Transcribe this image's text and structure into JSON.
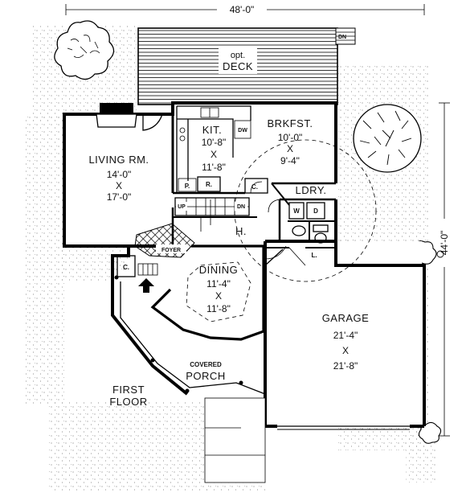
{
  "plan": {
    "dimensions": {
      "width": "48'-0\"",
      "depth": "44'-0\""
    },
    "caption": {
      "line1": "FIRST",
      "line2": "FLOOR"
    },
    "rooms": {
      "deck": {
        "line1": "opt.",
        "line2": "DECK"
      },
      "living": {
        "name": "LIVING RM.",
        "w": "14'-0\"",
        "x": "X",
        "d": "17'-0\""
      },
      "kitchen": {
        "name": "KIT.",
        "w": "10'-8\"",
        "x": "X",
        "d": "11'-8\""
      },
      "breakfast": {
        "name": "BRKFST.",
        "w": "10'-0\"",
        "x": "X",
        "d": "9'-4\""
      },
      "laundry": {
        "name": "LDRY."
      },
      "dining": {
        "name": "DINING",
        "w": "11'-4\"",
        "x": "X",
        "d": "11'-8\""
      },
      "garage": {
        "name": "GARAGE",
        "w": "21'-4\"",
        "x": "X",
        "d": "21'-8\""
      },
      "porch": {
        "line1": "COVERED",
        "line2": "PORCH"
      },
      "foyer": {
        "name": "FOYER"
      },
      "hall": {
        "name": "H."
      },
      "lav": {
        "name": "L."
      }
    },
    "labels": {
      "dn_deck": "DN",
      "dw": "DW",
      "pantry": "P.",
      "refrigerator": "R.",
      "closet_kitchen": "C.",
      "closet_foyer": "C.",
      "up": "UP",
      "dn_stair": "DN",
      "washer": "W",
      "dryer": "D"
    },
    "icons": [
      "tree-icon",
      "shrub-icon",
      "entry-arrow-icon"
    ]
  }
}
